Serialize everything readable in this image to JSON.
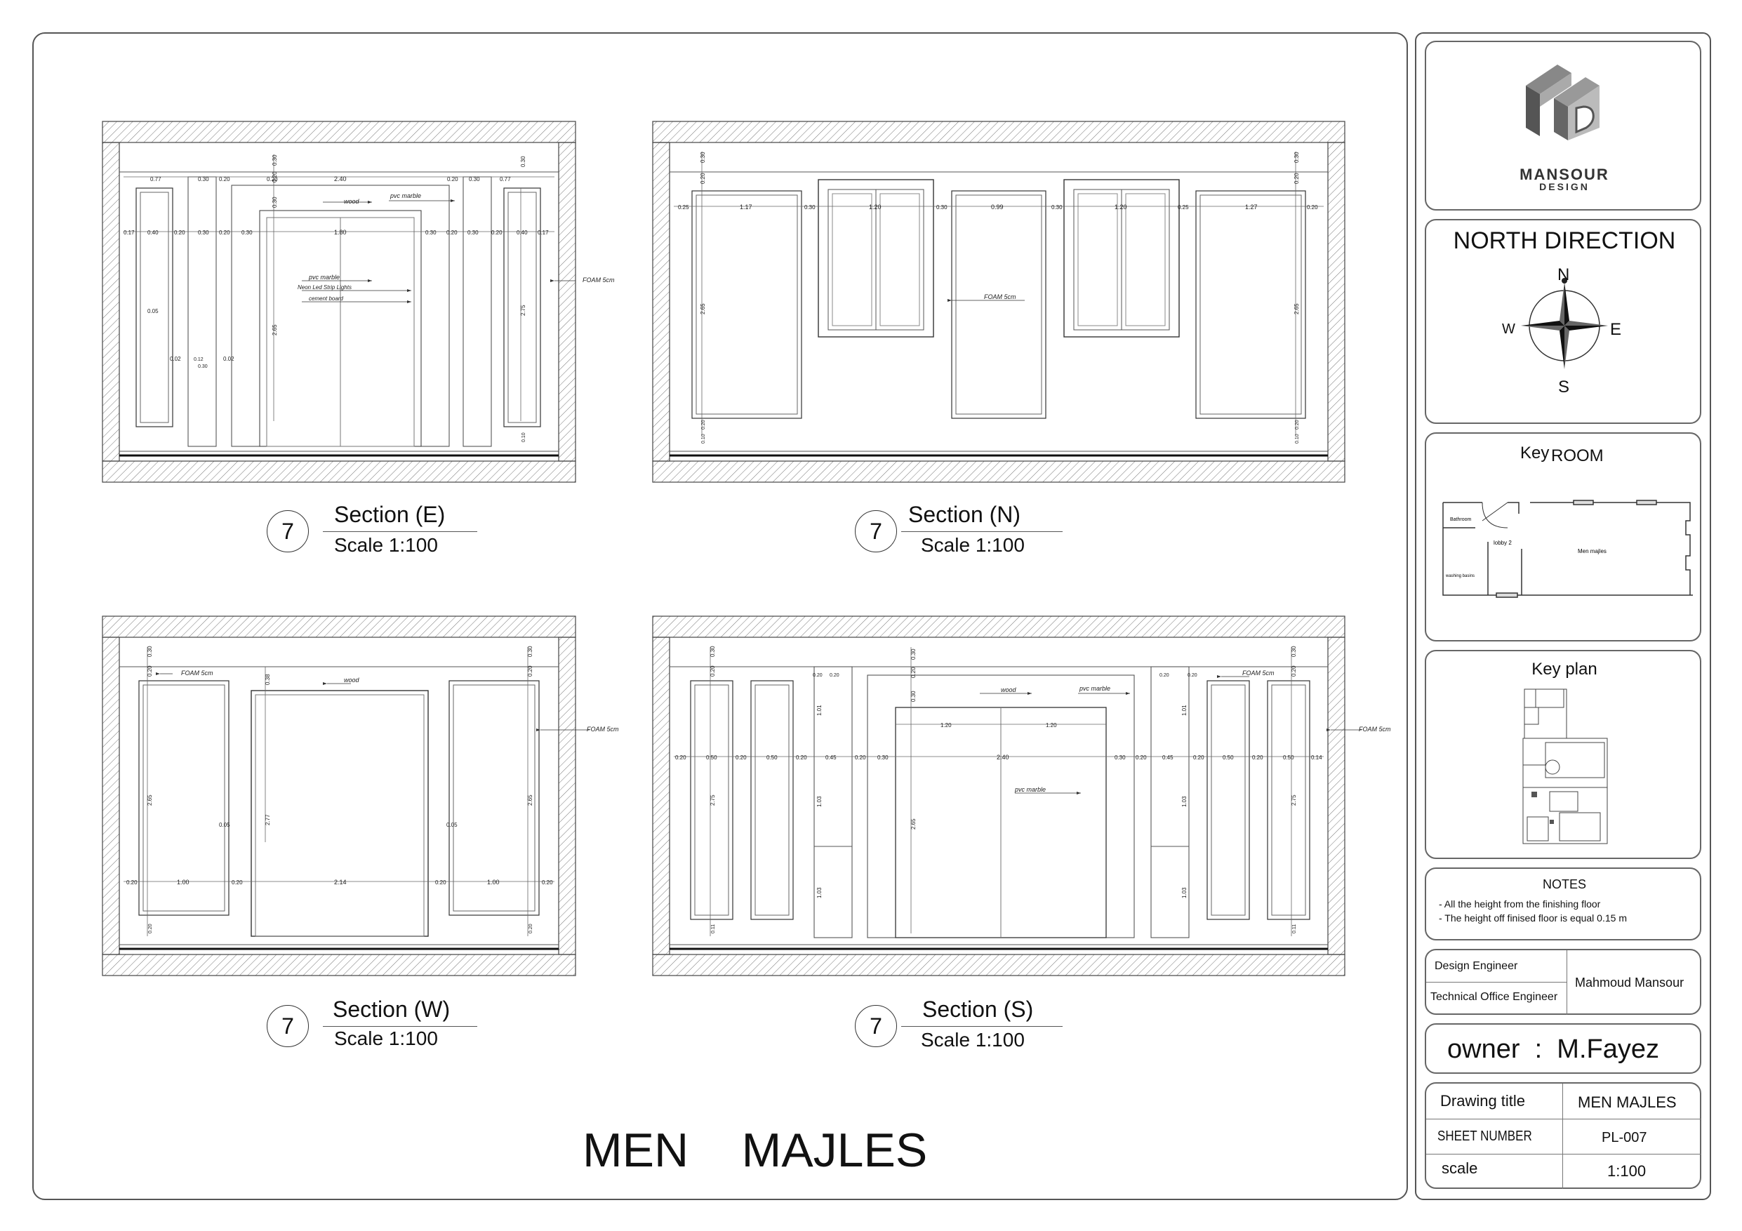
{
  "sections": [
    {
      "number": "7",
      "title": "Section  (E)",
      "scale": "Scale  1:100"
    },
    {
      "number": "7",
      "title": "Section  (N)",
      "scale": "Scale  1:100"
    },
    {
      "number": "7",
      "title": "Section  (W)",
      "scale": "Scale  1:100"
    },
    {
      "number": "7",
      "title": "Section  (S)",
      "scale": "Scale  1:100"
    }
  ],
  "main_title": "MEN    MAJLES",
  "logo": {
    "name": "MANSOUR",
    "sub": "DESIGN"
  },
  "north": {
    "title": "NORTH DIRECTION",
    "n": "N",
    "s": "S",
    "e": "E",
    "w": "W"
  },
  "key_room": {
    "title_a": "Key",
    "title_b": "ROOM",
    "labels": {
      "bathroom": "Bathroom",
      "lobby": "lobby 2",
      "men": "Men majles",
      "washing": "washing basins"
    }
  },
  "key_plan": {
    "title": "Key plan"
  },
  "notes": {
    "title": "NOTES",
    "items": [
      "- All the height from the  finishing floor",
      "-  The height off  finised floor is equal  0.15 m"
    ]
  },
  "engineers": {
    "design_label": "Design Engineer",
    "technical_label": "Technical Office Engineer",
    "name": "Mahmoud Mansour"
  },
  "owner": "owner  :  M.Fayez",
  "info": {
    "drawing_title_label": "Drawing title",
    "drawing_title_value": "MEN MAJLES",
    "sheet_label": "SHEET NUMBER",
    "sheet_value": "PL-007",
    "scale_label": "scale",
    "scale_value": "1:100"
  },
  "drawing_labels": {
    "e": {
      "wood": "wood",
      "pvc1": "pvc marble",
      "pvc2": "pvc marble",
      "neon": "Neon Led Strip Lights",
      "cement": "cement board",
      "foam": "FOAM 5cm",
      "d077a": "0.77",
      "d030a": "0.30",
      "d020a": "0.20",
      "d030b": "0.30",
      "d020b": "0.20",
      "d240": "2.40",
      "d020c": "0.20",
      "d030c": "0.30",
      "d077b": "0.77",
      "d017a": "0.17",
      "d040a": "0.40",
      "d020d": "0.20",
      "d030d": "0.30",
      "d020e": "0.20",
      "d030e": "0.30",
      "d180": "1.80",
      "d030f": "0.30",
      "d020f": "0.20",
      "d030g": "0.30",
      "d020g": "0.20",
      "d040b": "0.40",
      "d017b": "0.17",
      "d005": "0.05",
      "d265": "2.65",
      "d275": "2.75",
      "d002a": "0.02",
      "d002b": "0.02",
      "d012": "0.12",
      "d030h": "0.30",
      "v030a": "0.30",
      "v030b": "0.30",
      "v020": "0.20",
      "v030c": "0.30",
      "v010": "0.10"
    },
    "n": {
      "foam": "FOAM 5cm",
      "d025a": "0.25",
      "d117": "1.17",
      "d030a": "0.30",
      "d120a": "1.20",
      "d030b": "0.30",
      "d099": "0.99",
      "d030c": "0.30",
      "d120b": "1.20",
      "d025b": "0.25",
      "d127": "1.27",
      "d020": "0.20",
      "v265a": "2.65",
      "v265b": "2.65",
      "v030a": "0.30",
      "v020a": "0.20",
      "v030b": "0.30",
      "v020b": "0.20",
      "v010a": "0.10",
      "v020c": "0.20",
      "v010b": "0.10",
      "v020d": "0.20"
    },
    "w": {
      "foam1": "FOAM 5cm",
      "foam2": "FOAM 5cm",
      "wood": "wood",
      "d020a": "0.20",
      "d100a": "1.00",
      "d020b": "0.20",
      "d214": "2.14",
      "d020c": "0.20",
      "d100b": "1.00",
      "d020d": "0.20",
      "v265a": "2.65",
      "v277": "2.77",
      "v265b": "2.65",
      "v005a": "0.05",
      "v005b": "0.05",
      "v038": "0.38",
      "v030a": "0.30",
      "v020a": "0.20",
      "v030b": "0.30",
      "v020b": "0.20",
      "v020c": "0.20",
      "v020d": "0.20"
    },
    "s": {
      "foam1": "FOAM 5cm",
      "foam2": "FOAM 5cm",
      "wood": "wood",
      "pvc1": "pvc marble",
      "pvc2": "pvc marble",
      "d020a": "0.20",
      "d050a": "0.50",
      "d020b": "0.20",
      "d050b": "0.50",
      "d020c": "0.20",
      "d045a": "0.45",
      "d020d": "0.20",
      "d030a": "0.30",
      "d240": "2.40",
      "d030b": "0.30",
      "d020e": "0.20",
      "d045b": "0.45",
      "d020f": "0.20",
      "d050c": "0.50",
      "d020g": "0.20",
      "d050d": "0.50",
      "d014": "0.14",
      "d120a": "1.20",
      "d120b": "1.20",
      "v275a": "2.75",
      "v265": "2.65",
      "v275b": "2.75",
      "v101a": "1.01",
      "v103a": "1.03",
      "v103b": "1.03",
      "v101b": "1.01",
      "v103c": "1.03",
      "v103d": "1.03",
      "v030a": "0.30",
      "v020a": "0.20",
      "v020b": "0.20",
      "v030b": "0.30",
      "v020c": "0.20",
      "v030c": "0.30",
      "v020d": "0.20",
      "v020e": "0.20",
      "v020f": "0.20",
      "v030d": "0.30",
      "v020g": "0.20",
      "v011a": "0.11",
      "v011b": "0.11"
    }
  }
}
